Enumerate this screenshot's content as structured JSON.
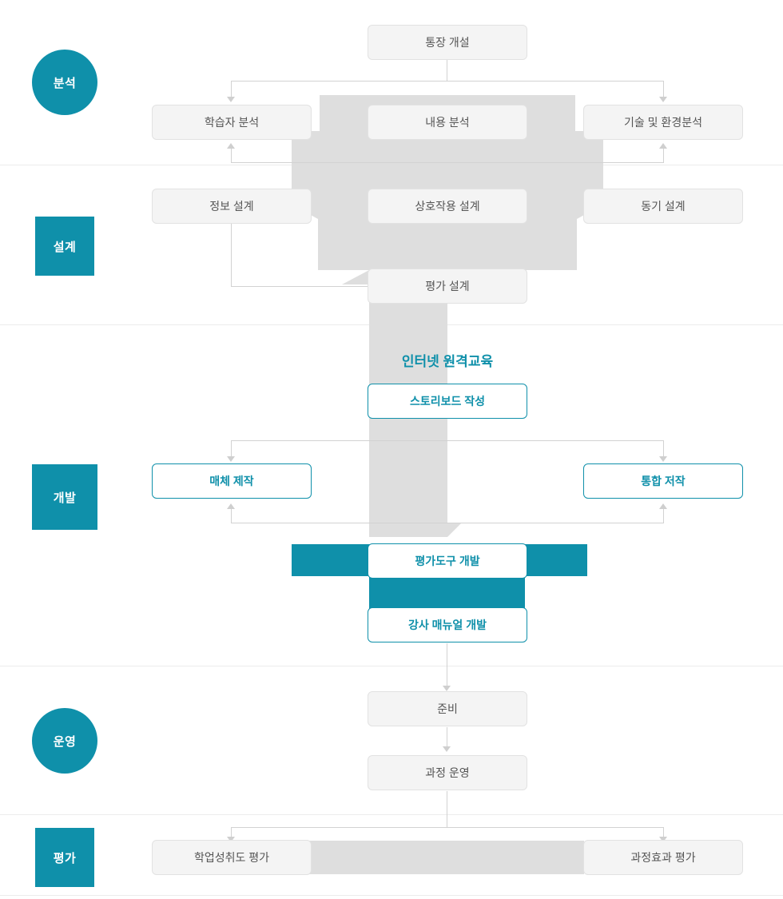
{
  "diagram": {
    "title_caption": "인터넷 원격교육",
    "accent_color": "#0f90aa",
    "node_gray_bg": "#f4f4f4",
    "band_gray": "#dedede",
    "line_color": "#d2d2d2"
  },
  "phases": [
    {
      "id": "analysis",
      "label": "분석",
      "shape": "circle"
    },
    {
      "id": "design",
      "label": "설계",
      "shape": "square"
    },
    {
      "id": "develop",
      "label": "개발",
      "shape": "square"
    },
    {
      "id": "operate",
      "label": "운영",
      "shape": "circle"
    },
    {
      "id": "evaluate",
      "label": "평가",
      "shape": "square"
    }
  ],
  "nodes": {
    "account_open": "통장 개설",
    "learner_analysis": "학습자 분석",
    "content_analysis": "내용 분석",
    "tech_env_analysis": "기술 및 환경분석",
    "info_design": "정보 설계",
    "interaction_design": "상호작용 설계",
    "motivation_design": "동기 설계",
    "evaluation_design": "평가 설계",
    "storyboard": "스토리보드 작성",
    "media_production": "매체 제작",
    "integrated_authoring": "통합 저작",
    "assessment_tool_dev": "평가도구 개발",
    "instructor_manual_dev": "강사 매뉴얼 개발",
    "preparation": "준비",
    "course_operation": "과정 운영",
    "achievement_eval": "학업성취도 평가",
    "course_effect_eval": "과정효과 평가"
  }
}
